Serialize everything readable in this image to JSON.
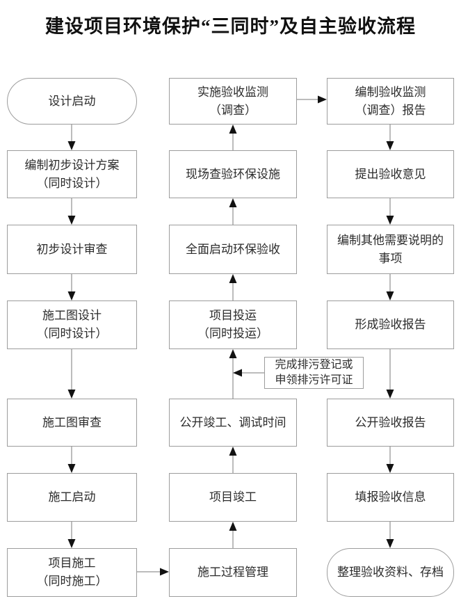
{
  "title": "建设项目环境保护“三同时”及自主验收流程",
  "flow": {
    "left": [
      "设计启动",
      "编制初步设计方案\n（同时设计）",
      "初步设计审查",
      "施工图设计\n（同时设计）",
      "施工图审查",
      "施工启动",
      "项目施工\n（同时施工）"
    ],
    "middle": [
      "实施验收监测\n（调查）",
      "现场查验环保设施",
      "全面启动环保验收",
      "项目投运\n（同时投运）",
      "公开竣工、调试时间",
      "项目竣工",
      "施工过程管理"
    ],
    "right": [
      "编制验收监测\n（调查）报告",
      "提出验收意见",
      "编制其他需要说明的\n事项",
      "形成验收报告",
      "公开验收报告",
      "填报验收信息",
      "整理验收资料、存档"
    ],
    "side_note": "完成排污登记或\n申领排污许可证"
  },
  "appearance": {
    "background": "#ffffff",
    "box_border_color": "#9c9c9c",
    "connector_color": "#7a7a7a",
    "arrowhead_color": "#121212",
    "text_color": "#2b2b2b",
    "title_color": "#101010"
  }
}
